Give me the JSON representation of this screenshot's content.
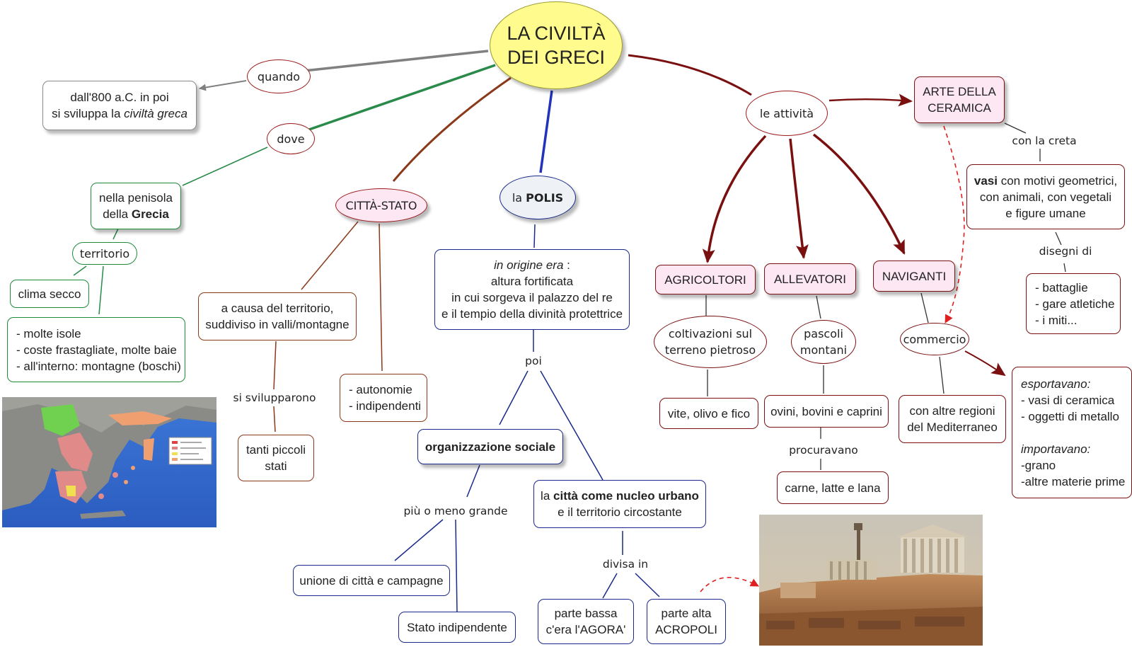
{
  "title": {
    "line1": "LA CIVILTÀ",
    "line2": "DEI GRECI"
  },
  "quando": {
    "label": "quando",
    "box": {
      "line1": "dall'800 a.C. in poi",
      "line2a": "si sviluppa la ",
      "line2b": "civiltà  greca"
    }
  },
  "dove": {
    "label": "dove",
    "box": {
      "line1": "nella penisola",
      "line2a": "della ",
      "line2b": "Grecia"
    }
  },
  "territorio": {
    "label": "territorio",
    "clima": "clima secco",
    "isole": [
      "- molte isole",
      "- coste frastagliate, molte baie",
      "- all'interno: montagne (boschi)"
    ]
  },
  "citta_stato": {
    "label": "CITTÀ-STATO",
    "causa": [
      "a causa del territorio,",
      "suddiviso in valli/montagne"
    ],
    "si_svilupparono": "si svilupparono",
    "stati": [
      "tanti piccoli",
      "stati"
    ],
    "autonomie": [
      "- autonomie",
      "- indipendenti"
    ]
  },
  "polis": {
    "label_a": "la ",
    "label_b": "POLIS",
    "origine": {
      "line1a": "in origine era",
      "line1b": " :",
      "line2": "altura fortificata",
      "line3": "in cui sorgeva il palazzo del re",
      "line4": "e il tempio della divinità protettrice"
    },
    "poi": "poi",
    "organizzazione": "organizzazione sociale",
    "piu_o_meno": "più o meno grande",
    "unione": "unione di città e campagne",
    "stato": "Stato indipendente",
    "nucleo": {
      "line1a": "la ",
      "line1b": "città come nucleo urbano",
      "line2": "e il territorio circostante"
    },
    "divisa_in": "divisa in",
    "bassa": [
      "parte bassa",
      "c'era l'AGORA'"
    ],
    "alta": [
      "parte alta",
      "ACROPOLI"
    ]
  },
  "attivita": {
    "label": "le attività",
    "agricoltori": "AGRICOLTORI",
    "coltivazioni": [
      "coltivazioni sul",
      "terreno pietroso"
    ],
    "vite": "vite, olivo e fico",
    "allevatori": "ALLEVATORI",
    "pascoli": [
      "pascoli",
      "montani"
    ],
    "ovini": "ovini, bovini e caprini",
    "procuravano": "procuravano",
    "carne": "carne, latte e lana",
    "naviganti": "NAVIGANTI",
    "commercio": "commercio",
    "regioni": [
      "con altre regioni",
      "del Mediterraneo"
    ],
    "esport": {
      "esportavano": "esportavano:",
      "e1": "- vasi di ceramica",
      "e2": "- oggetti di metallo",
      "importavano": "importavano:",
      "i1": "-grano",
      "i2": "-altre materie prime"
    }
  },
  "ceramica": {
    "label": [
      "ARTE DELLA",
      "CERAMICA"
    ],
    "con_la_creta": "con la creta",
    "vasi": {
      "line1a": "vasi",
      "line1b": " con motivi geometrici,",
      "line2": "con animali, con vegetali",
      "line3": "e figure umane"
    },
    "disegni_di": "disegni di",
    "disegni": [
      "- battaglie",
      "- gare atletiche",
      "- i miti..."
    ]
  },
  "colors": {
    "title_fill": "#fffb8c",
    "pink_fill": "#fde7f3",
    "red_arrow": "#7a0f0f",
    "blue_line": "#2233bb",
    "green_line": "#2a8a4a",
    "gray_line": "#808080",
    "brown_line": "#8a3a1a",
    "dashed_red": "#e02020"
  }
}
